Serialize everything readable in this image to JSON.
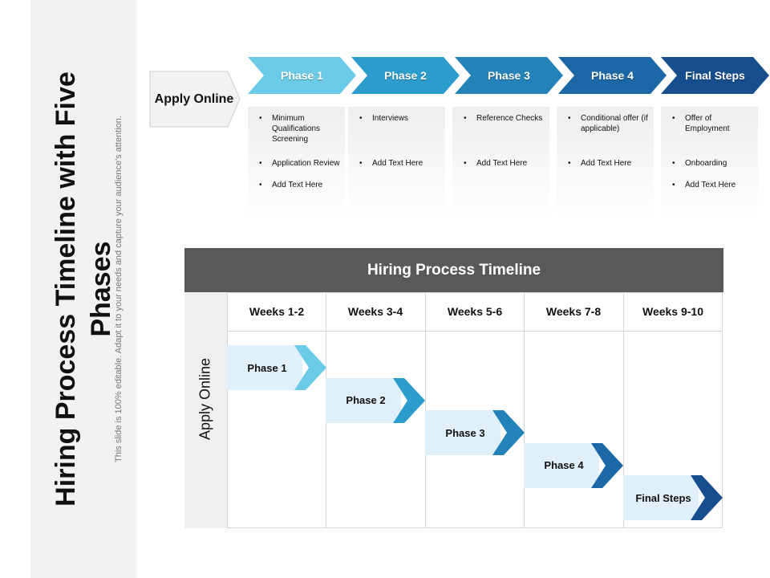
{
  "slide": {
    "title": "Hiring Process Timeline with Five Phases",
    "subtitle": "This slide is 100% editable. Adapt it to your needs and capture your audience's attention."
  },
  "process": {
    "start_label": "Apply Online",
    "phases": [
      {
        "label": "Phase 1",
        "color": "#6bcbe6",
        "items": [
          "Minimum Qualifications Screening",
          "Application Review",
          "Add Text Here"
        ]
      },
      {
        "label": "Phase 2",
        "color": "#2b9ccb",
        "items": [
          "Interviews",
          "Add Text Here"
        ]
      },
      {
        "label": "Phase 3",
        "color": "#2382b8",
        "items": [
          "Reference Checks",
          "Add Text Here"
        ]
      },
      {
        "label": "Phase 4",
        "color": "#1c67a6",
        "items": [
          "Conditional offer (if applicable)",
          "Add Text Here"
        ]
      },
      {
        "label": "Final Steps",
        "color": "#174f8e",
        "items": [
          "Offer of Employment",
          "Onboarding",
          "Add Text Here"
        ]
      }
    ]
  },
  "timeline": {
    "title": "Hiring  Process Timeline",
    "row_label": "Apply Online",
    "weeks": [
      "Weeks 1-2",
      "Weeks 3-4",
      "Weeks 5-6",
      "Weeks 7-8",
      "Weeks 9-10"
    ],
    "bars": [
      {
        "label": "Phase 1",
        "color": "#6bcbe6",
        "week_index": 0
      },
      {
        "label": "Phase 2",
        "color": "#2b9ccb",
        "week_index": 1
      },
      {
        "label": "Phase 3",
        "color": "#2382b8",
        "week_index": 2
      },
      {
        "label": "Phase 4",
        "color": "#1c67a6",
        "week_index": 3
      },
      {
        "label": "Final Steps",
        "color": "#174f8e",
        "week_index": 4
      }
    ]
  }
}
